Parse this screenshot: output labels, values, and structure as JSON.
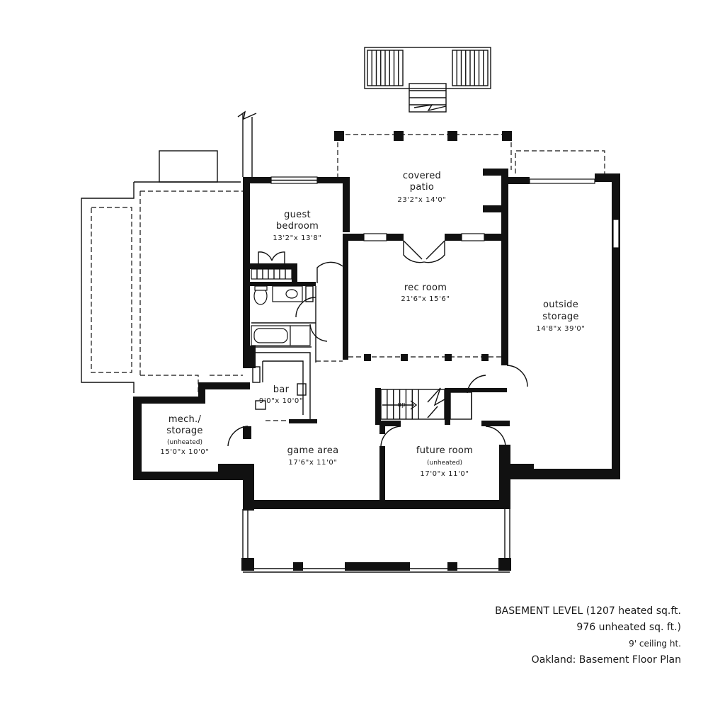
{
  "rooms": {
    "covered_patio": {
      "name_line1": "covered",
      "name_line2": "patio",
      "dims": "23'2\"x 14'0\""
    },
    "guest_bedroom": {
      "name_line1": "guest",
      "name_line2": "bedroom",
      "dims": "13'2\"x 13'8\""
    },
    "rec_room": {
      "name": "rec room",
      "dims": "21'6\"x 15'6\""
    },
    "outside_storage": {
      "name_line1": "outside",
      "name_line2": "storage",
      "dims": "14'8\"x 39'0\""
    },
    "bar": {
      "name": "bar",
      "dims": "9'0\"x 10'0\""
    },
    "mech_storage": {
      "name_line1": "mech./",
      "name_line2": "storage",
      "note": "(unheated)",
      "dims": "15'0\"x 10'0\""
    },
    "game_area": {
      "name": "game area",
      "dims": "17'6\"x 11'0\""
    },
    "future_room": {
      "name": "future room",
      "note": "(unheated)",
      "dims": "17'0\"x 11'0\""
    }
  },
  "stair_label": "up",
  "caption": {
    "line1": "BASEMENT LEVEL (1207 heated sq.ft.",
    "line2": "976 unheated sq. ft.)",
    "line3": "9' ceiling ht.",
    "line4": "Oakland: Basement Floor Plan"
  }
}
